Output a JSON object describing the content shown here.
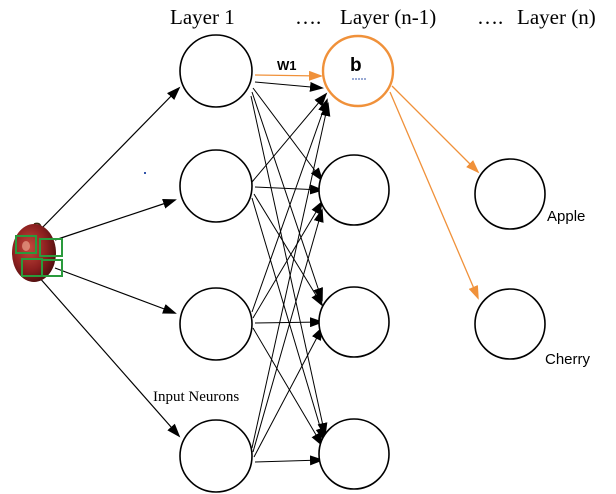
{
  "headers": {
    "layer_1": "Layer 1",
    "dots_1": "….",
    "layer_n_minus_1": "Layer (n-1)",
    "dots_2": "….",
    "layer_n": "Layer (n)"
  },
  "labels": {
    "weight": "W1",
    "bias": "b",
    "input_neurons": "Input Neurons",
    "output_1": "Apple",
    "output_2": "Cherry"
  },
  "colors": {
    "highlight": "#f0913a",
    "stroke": "#000000",
    "box": "#2a9a3c",
    "apple": "#8c1f1f"
  },
  "icons": {
    "input_image": "apple-icon"
  }
}
